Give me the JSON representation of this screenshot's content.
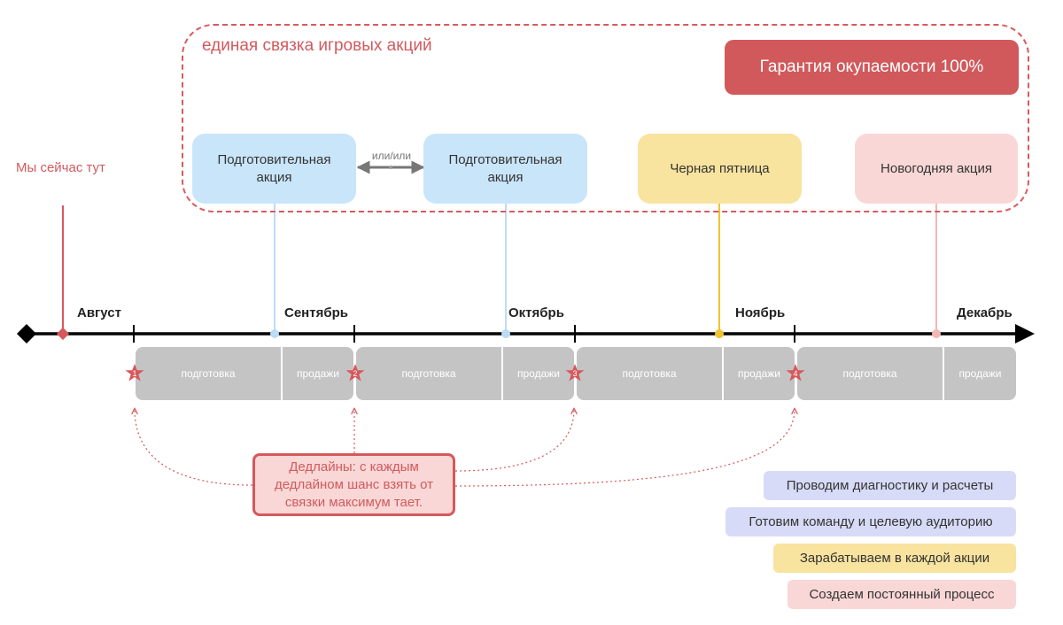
{
  "group": {
    "title": "единая связка игровых акций",
    "guarantee": "Гарантия окупаемости 100%"
  },
  "cards": [
    {
      "label": "Подготовительная акция",
      "color": "#c9e5fa"
    },
    {
      "label": "Подготовительная акция",
      "color": "#c9e5fa"
    },
    {
      "label": "Черная пятница",
      "color": "#f8e39f"
    },
    {
      "label": "Новогодняя акция",
      "color": "#f9d7d6"
    }
  ],
  "connector_label": "или/или",
  "here_label": "Мы сейчас тут",
  "months": [
    "Август",
    "Сентябрь",
    "Октябрь",
    "Ноябрь",
    "Декабрь"
  ],
  "segments": {
    "prep": "подготовка",
    "sales": "продажи"
  },
  "deadlines": [
    "1",
    "2",
    "3",
    "4"
  ],
  "deadline_note": "Дедлайны: с каждым дедлайном шанс взять от связки максимум тает.",
  "legend": [
    {
      "label": "Проводим диагностику и расчеты",
      "color": "#d8dbf7"
    },
    {
      "label": "Готовим команду и целевую аудиторию",
      "color": "#d8dbf7"
    },
    {
      "label": "Зарабатываем в каждой акции",
      "color": "#f8e39f"
    },
    {
      "label": "Создаем постоянный процесс",
      "color": "#f9d7d6"
    }
  ],
  "colors": {
    "accent_red": "#d6585b",
    "blue": "#c9e5fa",
    "yellow": "#f1c232",
    "pink": "#f4b7b6",
    "segment_gray": "#c4c4c4"
  }
}
